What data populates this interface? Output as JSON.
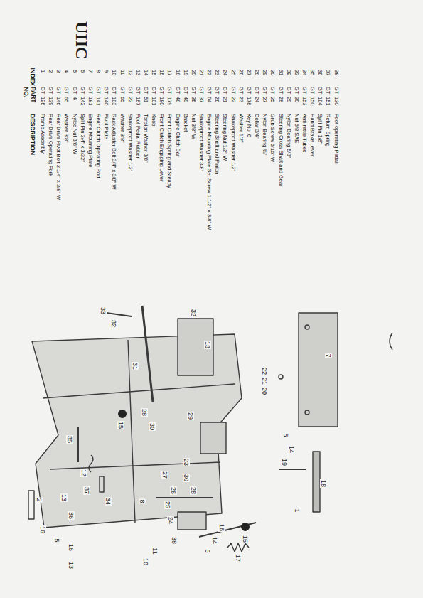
{
  "diagram": {
    "title": "UIIC",
    "labels": [
      "INDEX",
      "PART NO.",
      "DESCRIPTION",
      "1",
      "GT",
      "126",
      "Frame Assembly",
      "2",
      "GT",
      "139",
      "Rear Drive Operating Fork",
      "3",
      "GT",
      "146",
      "Rear Drive Pivot Bolt 2 1/4\" x 3/8\" W",
      "4",
      "GT",
      "65",
      "Washer 3/8\"",
      "5",
      "GT",
      "4",
      "Nyloc Nut 3/8\" W",
      "6",
      "GT",
      "142",
      "Split Pin 3/4\" x 3/32\"",
      "7",
      "GT",
      "181",
      "Engine Mounting Plate",
      "8",
      "GT",
      "141",
      "Rear Clutch Operating Rod",
      "9",
      "GT",
      "140",
      "Pivot Plate",
      "10",
      "GT",
      "103",
      "Rack Adjuster Bolt 3/4\" x 3/8\" W",
      "11",
      "GT",
      "65",
      "Washer 3/8\"",
      "12",
      "GT",
      "22",
      "Shakeproof Washer 1/2\"",
      "13",
      "GT",
      "187",
      "Foot Pedal Rubber",
      "14",
      "GT",
      "51",
      "Tension Washer 3/8\"",
      "15",
      "GT",
      "101",
      "Knob",
      "16",
      "GT",
      "180",
      "Front Clutch Engaging Lever",
      "17",
      "GT",
      "179",
      "Front Clutch Spring and Steady",
      "18",
      "GT",
      "48",
      "Engine Clutch Bar",
      "19",
      "GT",
      "49",
      "Bracket",
      "20",
      "GT",
      "36",
      "Nut 3/8\" W",
      "21",
      "GT",
      "37",
      "Shakeproof Washer 3/8\"",
      "22",
      "GT",
      "64",
      "Engine Mounting Plate Set Screw 1.1/2\" x 3/8\" W",
      "23",
      "GT",
      "26",
      "Steering Shaft and Pinion",
      "24",
      "GT",
      "21",
      "Steering Nut 1/2\" W",
      "25",
      "GT",
      "22",
      "Shakeproof Washer 1/2\"",
      "26",
      "GT",
      "23",
      "Washer 1/2\"",
      "27",
      "GT",
      "178",
      "Key No. 6",
      "28",
      "GT",
      "24",
      "Collar 3/4\"",
      "29",
      "GT",
      "27",
      "Nylon Bearing ¾\"",
      "30",
      "GT",
      "25",
      "Grub Screw 5/16\" W",
      "31",
      "GT",
      "28",
      "Steering Cross Shaft and Gear",
      "32",
      "GT",
      "29",
      "Nylon Bearing 5/8\"",
      "33",
      "GT",
      "30",
      "Nut 5/8 SAE",
      "34",
      "GT",
      "153",
      "Anti-rattle Tubes",
      "35",
      "GT",
      "150",
      "Hand Brake Lever",
      "36",
      "GT",
      "164",
      "Split Pin 1/8\"",
      "37",
      "GT",
      "151",
      "Return Spring",
      "38",
      "GT",
      "130",
      "Foot operating Pedal",
      "33",
      "32",
      "31",
      "32",
      "13",
      "15",
      "28",
      "30",
      "29",
      "23",
      "7",
      "22",
      "21",
      "20",
      "35",
      "12",
      "37",
      "34",
      "36",
      "27",
      "26",
      "25",
      "24",
      "28",
      "30",
      "5",
      "14",
      "19",
      "18",
      "1",
      "2",
      "13",
      "16",
      "5",
      "16",
      "8",
      "38",
      "10",
      "11",
      "5",
      "14",
      "16",
      "17",
      "15",
      "13"
    ]
  }
}
